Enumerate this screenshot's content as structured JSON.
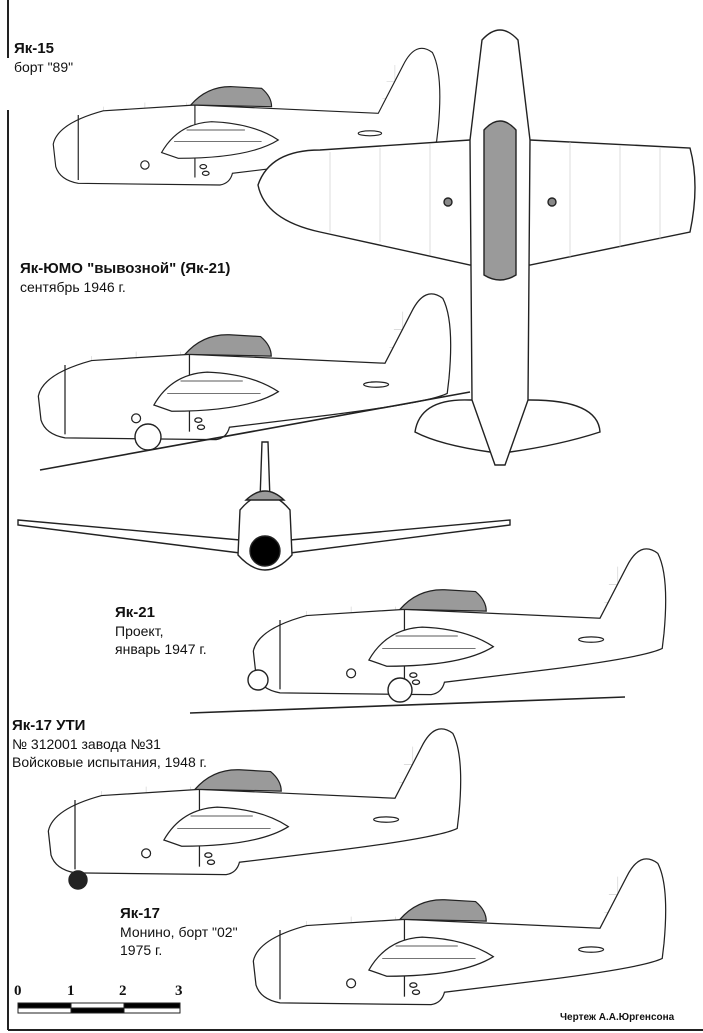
{
  "aircraft": [
    {
      "title": "Як-15",
      "subtitle": [
        "борт \"89\""
      ]
    },
    {
      "title": "Як-ЮМО \"вывозной\" (Як-21)",
      "subtitle": [
        "сентябрь 1946 г."
      ]
    },
    {
      "title": "Як-21",
      "subtitle": [
        "Проект,",
        "январь 1947 г."
      ]
    },
    {
      "title": "Як-17 УТИ",
      "subtitle": [
        "№ 312001 завода №31",
        "Войсковые испытания, 1948 г."
      ]
    },
    {
      "title": "Як-17",
      "subtitle": [
        "Монино, борт \"02\"",
        "1975 г."
      ]
    }
  ],
  "scale": {
    "ticks": [
      "0",
      "1",
      "2",
      "3"
    ]
  },
  "credit": "Чертеж А.А.Юргенсона",
  "colors": {
    "line": "#222222",
    "canopy": "#9a9a9a",
    "grid": "#c8c8c8"
  }
}
